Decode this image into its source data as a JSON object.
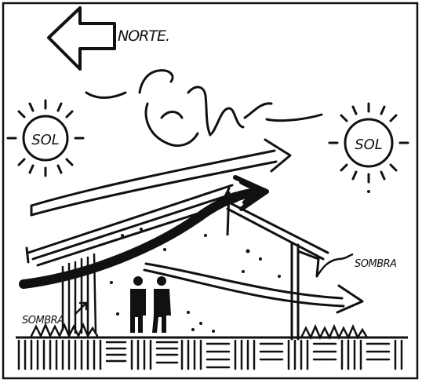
{
  "labels": {
    "north": "NORTE.",
    "sun_left": "SOL",
    "sun_right": "SOL",
    "shadow_right": "SOMBRA",
    "shadow_left": "SOMBRA"
  },
  "icons": {
    "north_arrow": "arrow-left-icon",
    "wind": "wind-swirl-icon",
    "sun": "sun-icon",
    "people": "person-icon"
  },
  "colors": {
    "ink": "#111111",
    "paper": "#ffffff"
  }
}
